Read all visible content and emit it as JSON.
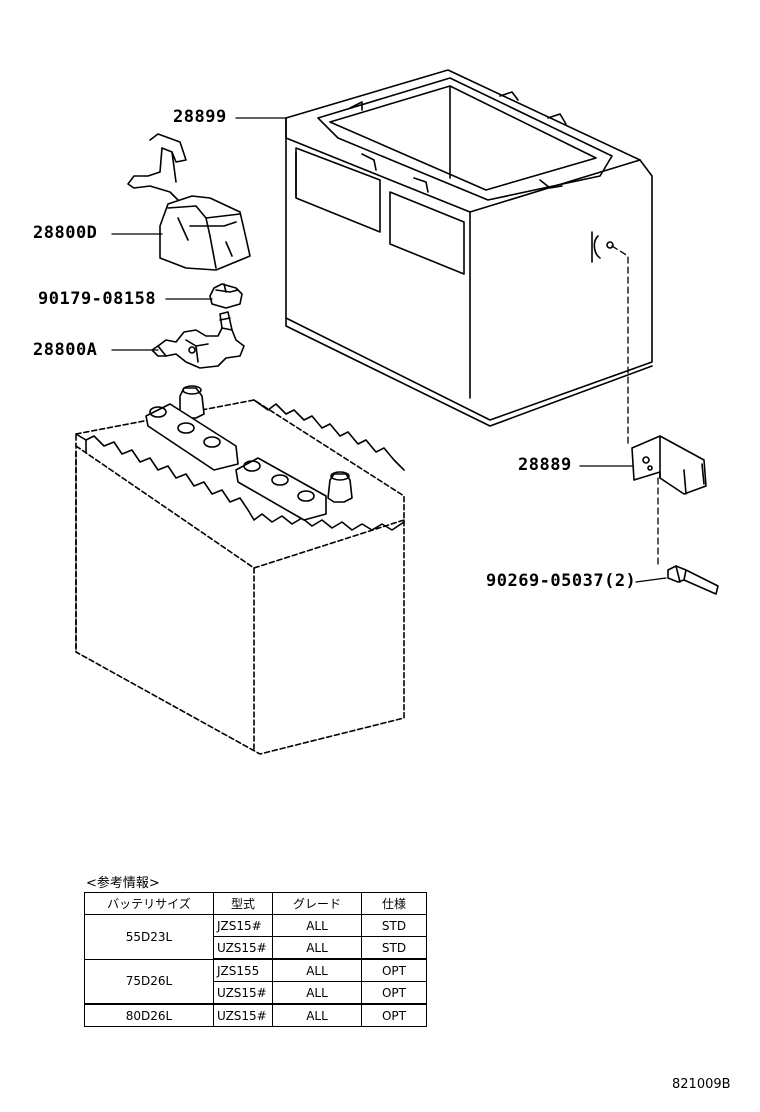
{
  "part_labels": {
    "case": "28899",
    "cover": "28800D",
    "nut": "90179-08158",
    "terminal": "28800A",
    "bracket": "28889",
    "bolt": "90269-05037(2)"
  },
  "reference": {
    "title": "<参考情報>",
    "headers": [
      "バッテリサイズ",
      "型式",
      "グレード",
      "仕様"
    ],
    "groups": [
      {
        "size": "55D23L",
        "rows": [
          {
            "model": "JZS15#",
            "grade": "ALL",
            "spec": "STD"
          },
          {
            "model": "UZS15#",
            "grade": "ALL",
            "spec": "STD"
          }
        ]
      },
      {
        "size": "75D26L",
        "rows": [
          {
            "model": "JZS155",
            "grade": "ALL",
            "spec": "OPT"
          },
          {
            "model": "UZS15#",
            "grade": "ALL",
            "spec": "OPT"
          }
        ]
      },
      {
        "size": "80D26L",
        "rows": [
          {
            "model": "UZS15#",
            "grade": "ALL",
            "spec": "OPT"
          }
        ]
      }
    ]
  },
  "diagram_code": "821009B"
}
